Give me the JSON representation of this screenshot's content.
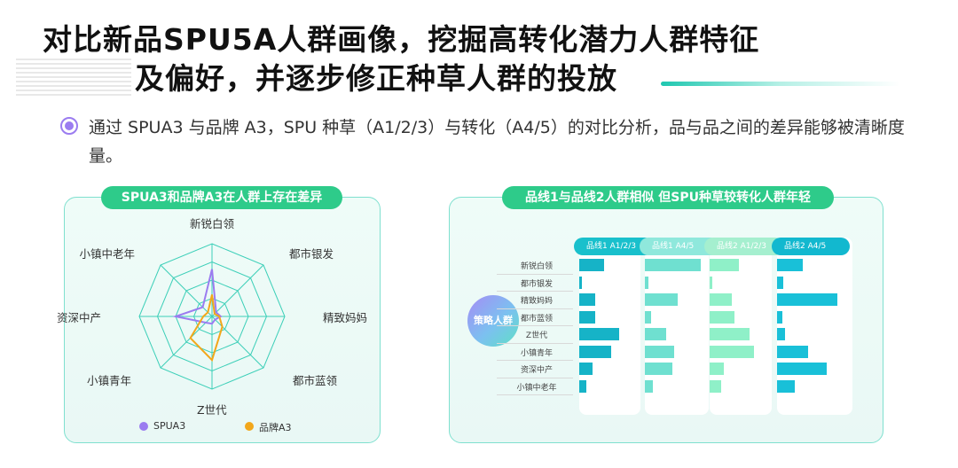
{
  "title": {
    "line1": "对比新品SPU5A人群画像，挖掘高转化潜力人群特征",
    "line2": "及偏好，并逐步修正种草人群的投放"
  },
  "description": "通过 SPUA3 与品牌 A3，SPU 种草（A1/2/3）与转化（A4/5）的对比分析，品与品之间的差异能够被清晰度量。",
  "left_panel": {
    "title": "SPUA3和品牌A3在人群上存在差异",
    "chart_data": {
      "type": "radar",
      "axes": [
        "新锐白领",
        "都市银发",
        "精致妈妈",
        "都市蓝领",
        "Z世代",
        "小镇青年",
        "资深中产",
        "小镇中老年"
      ],
      "series": [
        {
          "name": "SPUA3",
          "color": "#9b7cf0",
          "values": [
            0.65,
            0.08,
            0.12,
            0.06,
            0.1,
            0.12,
            0.5,
            0.18
          ]
        },
        {
          "name": "品牌A3",
          "color": "#f2a71b",
          "values": [
            0.3,
            0.05,
            0.1,
            0.2,
            0.6,
            0.42,
            0.12,
            0.08
          ]
        }
      ],
      "rings": 4
    }
  },
  "right_panel": {
    "title": "品线1与品线2人群相似 但SPU种草较转化人群年轻",
    "circle_label": "策略人群",
    "chart_data": {
      "type": "bar",
      "categories": [
        "新锐白领",
        "都市银发",
        "精致妈妈",
        "都市蓝领",
        "Z世代",
        "小镇青年",
        "资深中产",
        "小镇中老年"
      ],
      "series": [
        {
          "name": "品线1 A1/2/3",
          "color": "#16b3c7",
          "head_color": "#19c0cc",
          "values": [
            0.42,
            0.05,
            0.28,
            0.28,
            0.68,
            0.55,
            0.22,
            0.12
          ]
        },
        {
          "name": "品线1 A4/5",
          "color": "#6fe0d0",
          "head_color": "#8fe8dc",
          "values": [
            0.85,
            0.06,
            0.5,
            0.1,
            0.32,
            0.45,
            0.42,
            0.12
          ]
        },
        {
          "name": "品线2 A1/2/3",
          "color": "#8ff0c8",
          "head_color": "#a5efcf",
          "values": [
            0.65,
            0.05,
            0.5,
            0.55,
            0.9,
            1.0,
            0.32,
            0.25
          ]
        },
        {
          "name": "品线2 A4/5",
          "color": "#19c0d8",
          "head_color": "#12b8cf",
          "values": [
            0.4,
            0.1,
            0.95,
            0.08,
            0.12,
            0.48,
            0.78,
            0.28
          ]
        }
      ]
    }
  }
}
